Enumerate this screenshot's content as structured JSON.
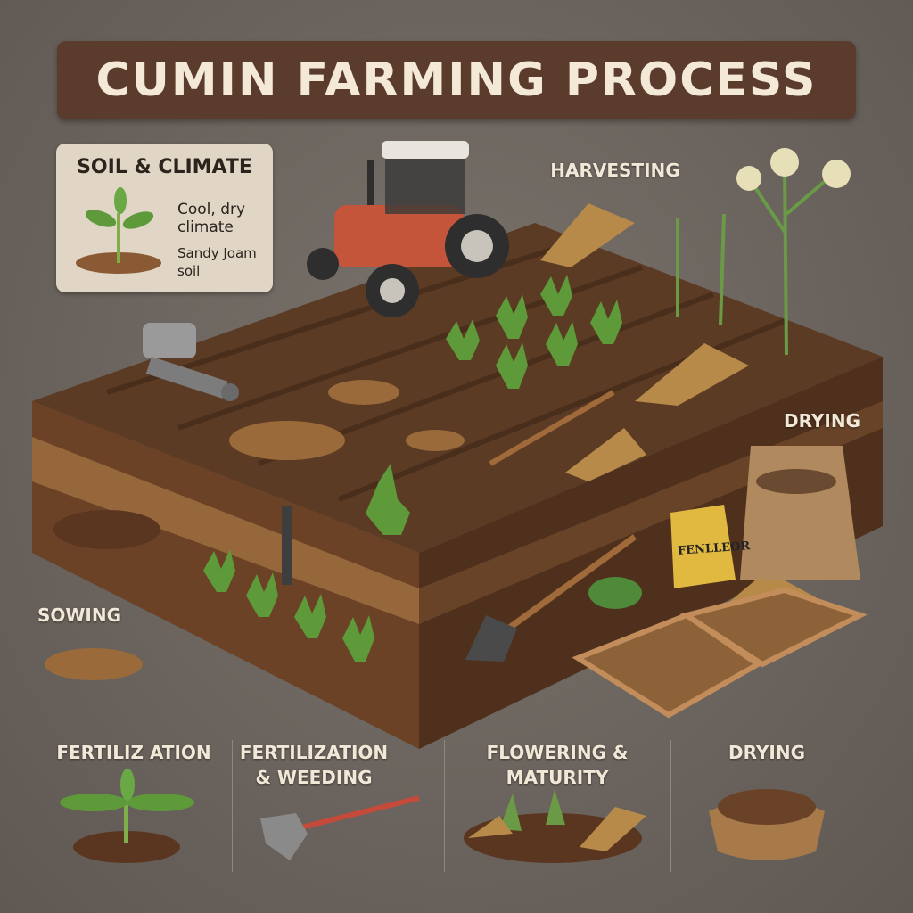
{
  "title": "CUMIN FARMING PROCESS",
  "soil_climate": {
    "heading": "SOIL & CLIMATE",
    "climate": "Cool, dry climate",
    "soil": "Sandy Joam soil"
  },
  "scene_labels": {
    "harvesting": "HARVESTING",
    "drying": "DRYING",
    "sowing": "SOWING",
    "bag_text": "FENLLEOR"
  },
  "bottom_steps": [
    {
      "label": "FERTILIZ ATION"
    },
    {
      "label": "FERTILIZATION & WEEDING"
    },
    {
      "label": "FLOWERING & MATURITY"
    },
    {
      "label": "DRYING"
    }
  ],
  "colors": {
    "background": "#6a635d",
    "banner": "#5a3b2c",
    "soil": "#5b3a24",
    "plant": "#5e9a3a"
  }
}
